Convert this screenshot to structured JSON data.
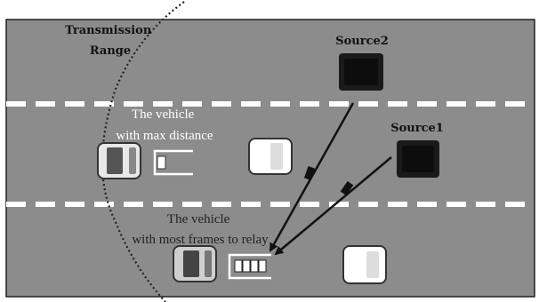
{
  "labels": {
    "transmission_range_line1": "Transmission",
    "transmission_range_line2": "Range",
    "source2": "Source2",
    "source1": "Source1",
    "vehicle_max_distance_line1": "The vehicle",
    "vehicle_max_distance_line2": "with max distance",
    "vehicle_most_frames_line1": "The vehicle",
    "vehicle_most_frames_line2": "with most frames to relay"
  },
  "colors": {
    "road": "#8c8c8c",
    "lane_marking": "#ffffff",
    "source_vehicle": "#1a1a1a",
    "arrow": "#111111",
    "range_boundary": "#222222"
  },
  "icons": {
    "vehicle": "car-top-view",
    "frame_queue": "packet-queue",
    "data_packet": "packet-square"
  },
  "frame_queue": {
    "max_distance_vehicle_frames": 1,
    "most_frames_vehicle_frames": 4
  }
}
